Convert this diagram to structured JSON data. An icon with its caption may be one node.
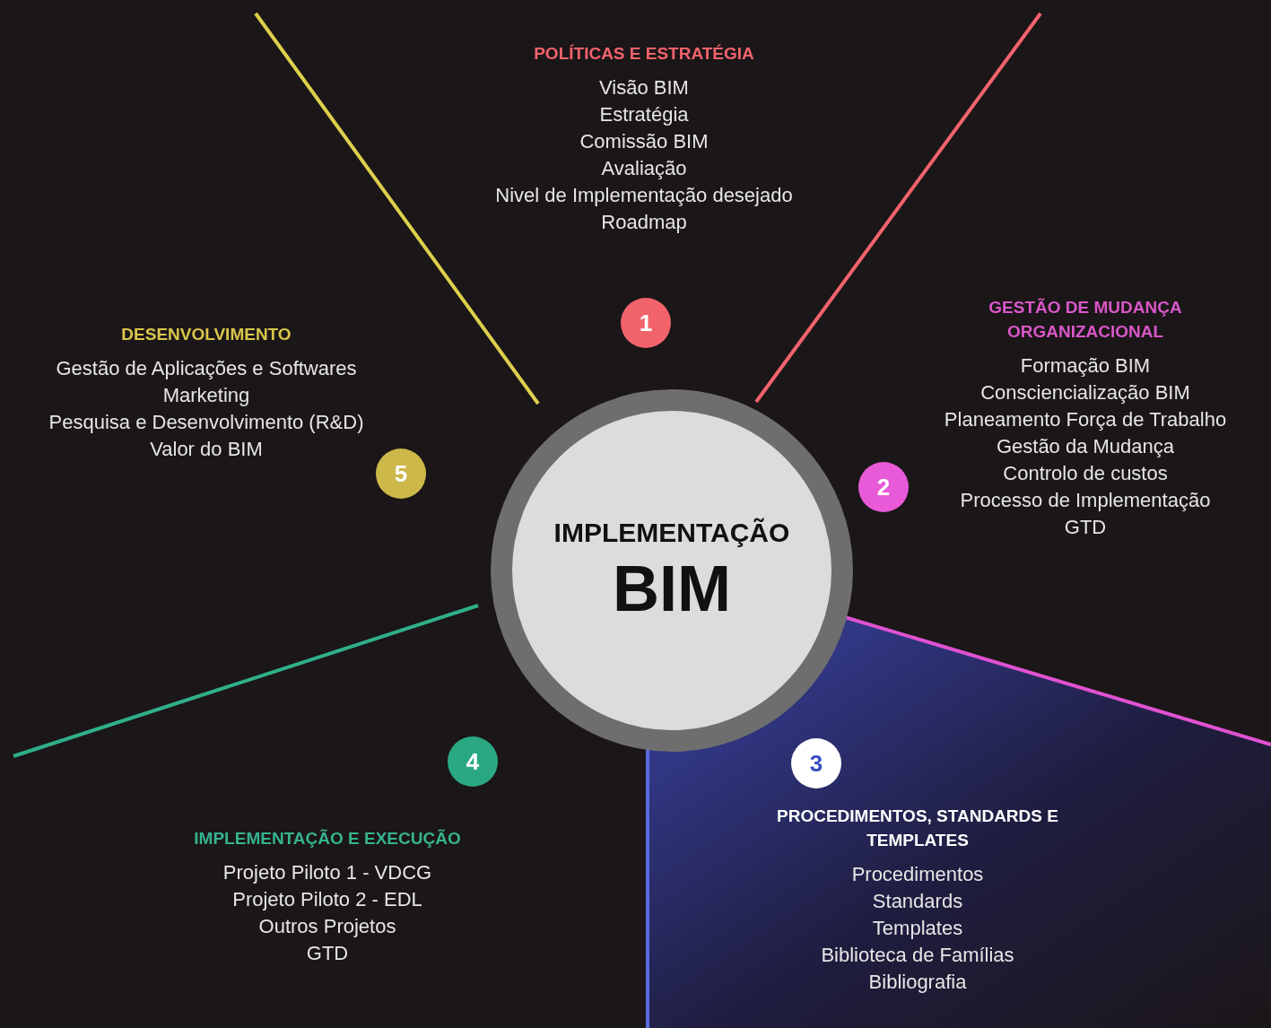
{
  "diagram": {
    "nodes": [
      {
        "text": [
          "1"
        ]
      },
      {
        "text": [
          "5"
        ]
      },
      {
        "text": [
          "2"
        ]
      },
      {
        "text": [
          "IMPLEMENTAÇÃO",
          "BIM"
        ]
      },
      {
        "text": [
          "4"
        ]
      },
      {
        "text": [
          "3"
        ]
      }
    ],
    "labels": [
      "POLÍTICAS E ESTRATÉGIA",
      "Visão BIM",
      "Estratégia",
      "Comissão BIM",
      "Avaliação",
      "Nivel de Implementação desejado",
      "Roadmap",
      "DESENVOLVIMENTO",
      "Gestão de Aplicações e Softwares",
      "Marketing",
      "Pesquisa e Desenvolvimento (R&D)",
      "Valor do BIM",
      "GESTÃO DE MUDANÇA ORGANIZACIONAL",
      "Formação BIM",
      "Consciencialização BIM",
      "Planeamento Força de Trabalho",
      "Gestão da Mudança",
      "Controlo de custos",
      "Processo de Implementação",
      "GTD",
      "IMPLEMENTAÇÃO E EXECUÇÃO",
      "Projeto Piloto 1 - VDCG",
      "Projeto Piloto 2 - EDL",
      "Outros Projetos",
      "GTD",
      "PROCEDIMENTOS, STANDARDS E TEMPLATES",
      "Procedimentos",
      "Standards",
      "Templates",
      "Biblioteca de Famílias",
      "Bibliografia"
    ]
  }
}
